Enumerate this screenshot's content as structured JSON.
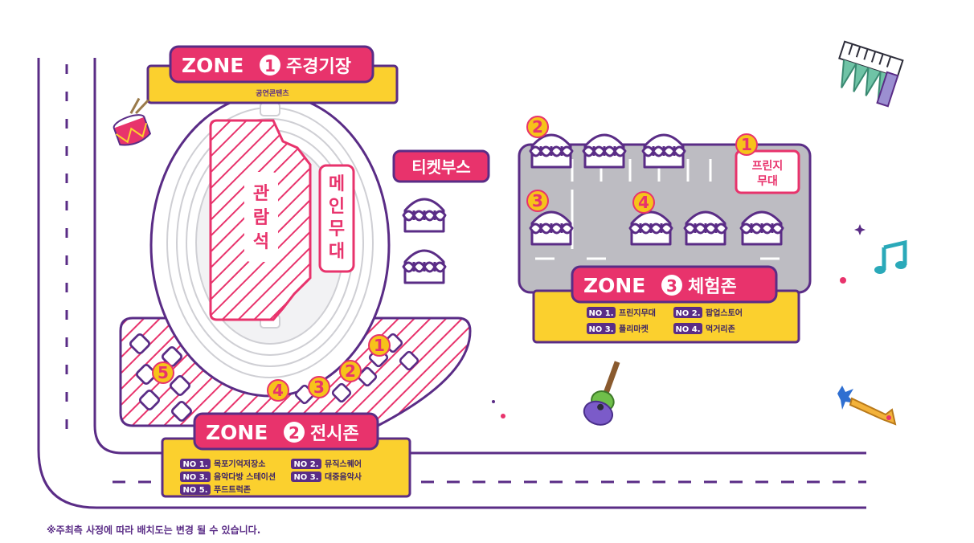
{
  "zone1": {
    "label": "ZONE",
    "number": "1",
    "name": "주경기장",
    "subtitle": "공연콘텐츠"
  },
  "zone1_areas": {
    "seating": [
      "관",
      "람",
      "석"
    ],
    "stage": [
      "메",
      "인",
      "무",
      "대"
    ]
  },
  "ticket_booth": "티켓부스",
  "zone2": {
    "label": "ZONE",
    "number": "2",
    "name": "전시존",
    "legend": [
      {
        "no": "NO 1.",
        "name": "목포기억저장소"
      },
      {
        "no": "NO 2.",
        "name": "뮤직스퀘어"
      },
      {
        "no": "NO 3.",
        "name": "음악다방 스테이션"
      },
      {
        "no": "NO 3.",
        "name": "대중음악사"
      },
      {
        "no": "NO 5.",
        "name": "푸드트럭존"
      }
    ],
    "markers": [
      "1",
      "2",
      "3",
      "4",
      "5"
    ]
  },
  "zone3": {
    "label": "ZONE",
    "number": "3",
    "name": "체험존",
    "stage_label": [
      "프린지",
      "무대"
    ],
    "legend": [
      {
        "no": "NO 1.",
        "name": "프린지무대"
      },
      {
        "no": "NO 2.",
        "name": "팝업스토어"
      },
      {
        "no": "NO 3.",
        "name": "플리마켓"
      },
      {
        "no": "NO 4.",
        "name": "먹거리존"
      }
    ],
    "markers": [
      "1",
      "2",
      "3",
      "4"
    ]
  },
  "footnote": "※주최측 사정에 따라 배치도는 변경 될 수 있습니다.",
  "colors": {
    "purple": "#5a2c86",
    "pink": "#e8336c",
    "yellow": "#fbd02e",
    "gray": "#bdbcc2",
    "white": "#ffffff"
  },
  "icons": [
    "drum-icon",
    "accordion-icon",
    "music-note-icon",
    "guitar-icon",
    "trumpet-icon",
    "sparkle-icon",
    "tent-icon"
  ]
}
